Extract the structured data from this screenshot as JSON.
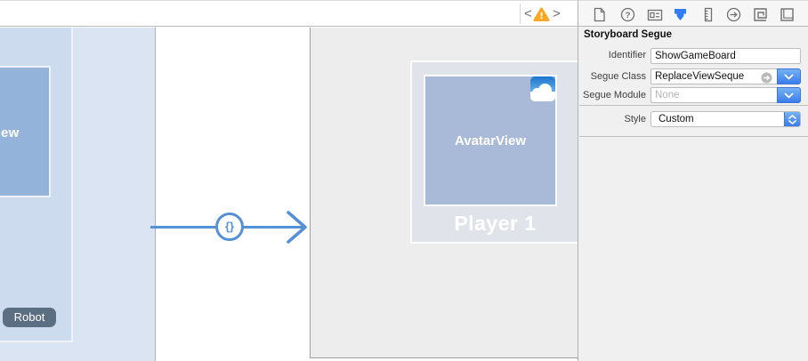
{
  "top_bar": {
    "back_label": "<",
    "forward_label": ">",
    "warning_icon": "warning-triangle"
  },
  "canvas": {
    "left_scene": {
      "avatar_label_fragment": "ew",
      "robot_button_label": "Robot"
    },
    "segue_arrow": {
      "badge_symbol": "{}"
    },
    "player_scene": {
      "avatar_label": "AvatarView",
      "scene_title": "Player 1",
      "placeholder_icon": "cloud-image-placeholder"
    }
  },
  "inspector": {
    "section_title": "Storyboard Segue",
    "tabs": [
      {
        "name": "file-inspector",
        "selected": false
      },
      {
        "name": "quick-help-inspector",
        "selected": false
      },
      {
        "name": "identity-inspector",
        "selected": false
      },
      {
        "name": "attributes-inspector",
        "selected": true
      },
      {
        "name": "size-inspector",
        "selected": false
      },
      {
        "name": "connections-inspector",
        "selected": false
      },
      {
        "name": "bindings-inspector",
        "selected": false
      },
      {
        "name": "view-effects-inspector",
        "selected": false
      }
    ],
    "fields": {
      "identifier": {
        "label": "Identifier",
        "value": "ShowGameBoard"
      },
      "segue_class": {
        "label": "Segue Class",
        "value": "ReplaceViewSeque"
      },
      "segue_module": {
        "label": "Segue Module",
        "placeholder": "None"
      },
      "style": {
        "label": "Style",
        "value": "Custom"
      }
    }
  },
  "colors": {
    "segue_blue": "#5690d6",
    "selected_tab_blue": "#2f7cf6",
    "scene_selection_tint": "#dae4f2",
    "avatar_fill": "#a9bad8",
    "dropdown_blue": "#3a7cec",
    "warning_yellow": "#f9a825"
  }
}
